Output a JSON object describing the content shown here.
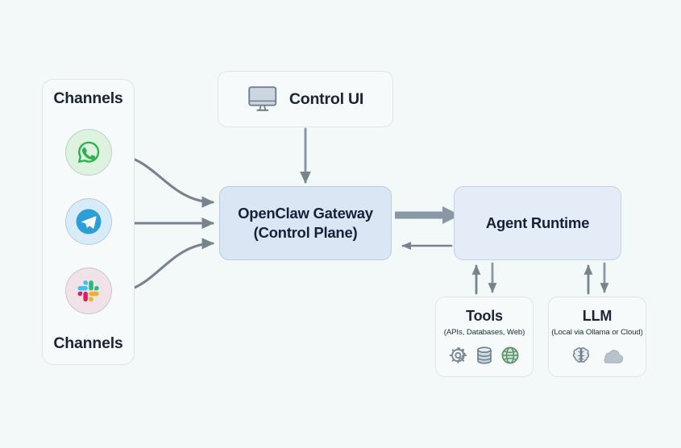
{
  "diagram": {
    "title": "OpenClaw architecture diagram",
    "background_color": "#f3f8f8"
  },
  "channels": {
    "top_label": "Channels",
    "bottom_label": "Channels",
    "items": [
      {
        "name": "WhatsApp",
        "icon": "whatsapp-icon",
        "circle_color": "#ddf2df",
        "glyph_color": "#27a85a"
      },
      {
        "name": "Telegram",
        "icon": "telegram-icon",
        "circle_color": "#d7ebf8",
        "glyph_color": "#2a9fd8"
      },
      {
        "name": "Slack",
        "icon": "slack-icon",
        "circle_color": "#f0e2e8",
        "glyph_color": "#e01e5a"
      }
    ]
  },
  "control_ui": {
    "title": "Control UI",
    "icon": "monitor-icon",
    "border_color": "#dfe6ea",
    "fill_color": "#f6fafa"
  },
  "gateway": {
    "title": "OpenClaw Gateway",
    "subtitle": "(Control Plane)",
    "fill_color": "#dbe6f5",
    "border_color": "#b9cbe6"
  },
  "agent_runtime": {
    "title": "Agent Runtime",
    "fill_color": "#e4ecf7",
    "border_color": "#c3d2e4"
  },
  "tools": {
    "title": "Tools",
    "subtitle": "(APIs, Databases, Web)",
    "icons": [
      {
        "name": "gear-icon",
        "color": "#7b8897"
      },
      {
        "name": "database-icon",
        "color": "#c3d6e2"
      },
      {
        "name": "globe-icon",
        "color": "#bcd9c4"
      }
    ]
  },
  "llm": {
    "title": "LLM",
    "subtitle": "(Local via Ollama or Cloud)",
    "icons": [
      {
        "name": "brain-icon",
        "color": "#8897a6"
      },
      {
        "name": "cloud-icon",
        "color": "#b4bfc9"
      }
    ]
  },
  "connections": [
    {
      "from": "whatsapp-icon",
      "to": "gateway",
      "style": "curved",
      "direction": "one-way"
    },
    {
      "from": "telegram-icon",
      "to": "gateway",
      "style": "straight",
      "direction": "one-way"
    },
    {
      "from": "slack-icon",
      "to": "gateway",
      "style": "curved",
      "direction": "one-way"
    },
    {
      "from": "control-ui",
      "to": "gateway",
      "style": "straight",
      "direction": "one-way"
    },
    {
      "from": "gateway",
      "to": "agent-runtime",
      "style": "thick",
      "direction": "one-way"
    },
    {
      "from": "agent-runtime",
      "to": "gateway",
      "style": "thin",
      "direction": "one-way"
    },
    {
      "from": "agent-runtime",
      "to": "tools",
      "style": "straight",
      "direction": "two-way"
    },
    {
      "from": "agent-runtime",
      "to": "llm",
      "style": "straight",
      "direction": "two-way"
    }
  ],
  "colors": {
    "arrow": "#77838f",
    "arrow_thick": "#8a97a5",
    "text_dark": "#1b2436",
    "panel_border": "#dfe6ea"
  }
}
